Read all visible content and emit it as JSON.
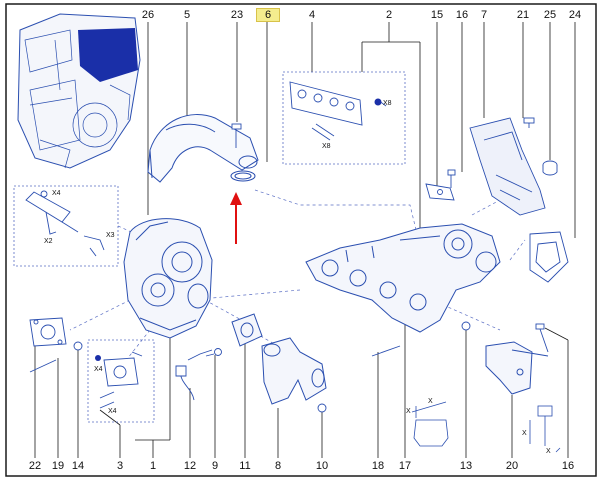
{
  "diagram": {
    "top_refs": [
      "26",
      "5",
      "23",
      "6",
      "4",
      "2",
      "15",
      "16",
      "7",
      "21",
      "25",
      "24"
    ],
    "bottom_refs": [
      "22",
      "19",
      "14",
      "3",
      "1",
      "12",
      "9",
      "11",
      "8",
      "10",
      "18",
      "17",
      "13",
      "20",
      "16"
    ],
    "highlighted_ref": "6",
    "qty_marks": [
      "X4",
      "X2",
      "X3",
      "X8",
      "X8",
      "X4",
      "X4"
    ],
    "detail_marks": [
      "X",
      "X",
      "X",
      "X"
    ],
    "colors": {
      "line": "#2b4fb0",
      "engine": "#1a2fa8",
      "highlight": "#f4ed8e",
      "arrow": "#e01010",
      "frame": "#1a1a1a"
    }
  }
}
